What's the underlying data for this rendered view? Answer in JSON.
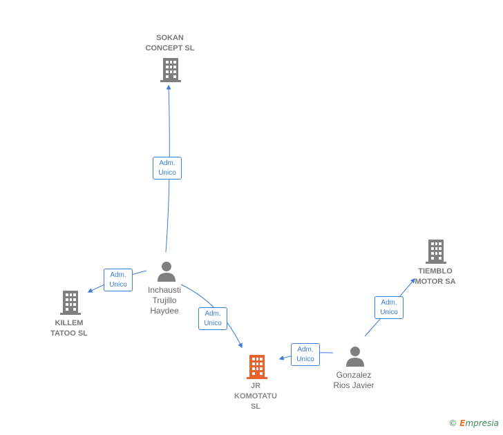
{
  "nodes": {
    "sokan": {
      "line1": "SOKAN",
      "line2": "CONCEPT  SL"
    },
    "killem": {
      "line1": "KILLEM",
      "line2": "TATOO  SL"
    },
    "jr": {
      "line1": "JR",
      "line2": "KOMOTATU",
      "line3": "SL"
    },
    "tiemblo": {
      "line1": "TIEMBLO",
      "line2": "MOTOR SA"
    },
    "inchausti": {
      "line1": "Inchausti",
      "line2": "Trujillo",
      "line3": "Haydee"
    },
    "gonzalez": {
      "line1": "Gonzalez",
      "line2": "Rios Javier"
    }
  },
  "edges": [
    {
      "line1": "Adm.",
      "line2": "Unico"
    },
    {
      "line1": "Adm.",
      "line2": "Unico"
    },
    {
      "line1": "Adm.",
      "line2": "Unico"
    },
    {
      "line1": "Adm.",
      "line2": "Unico"
    },
    {
      "line1": "Adm.",
      "line2": "Unico"
    }
  ],
  "footer": {
    "copyright": "©",
    "brand_first": "E",
    "brand_rest": "mpresia"
  },
  "colors": {
    "edge": "#3b7dd8",
    "company_icon": "#7f7f7f",
    "main_company_icon": "#e8622c",
    "person_icon": "#7f7f7f"
  }
}
